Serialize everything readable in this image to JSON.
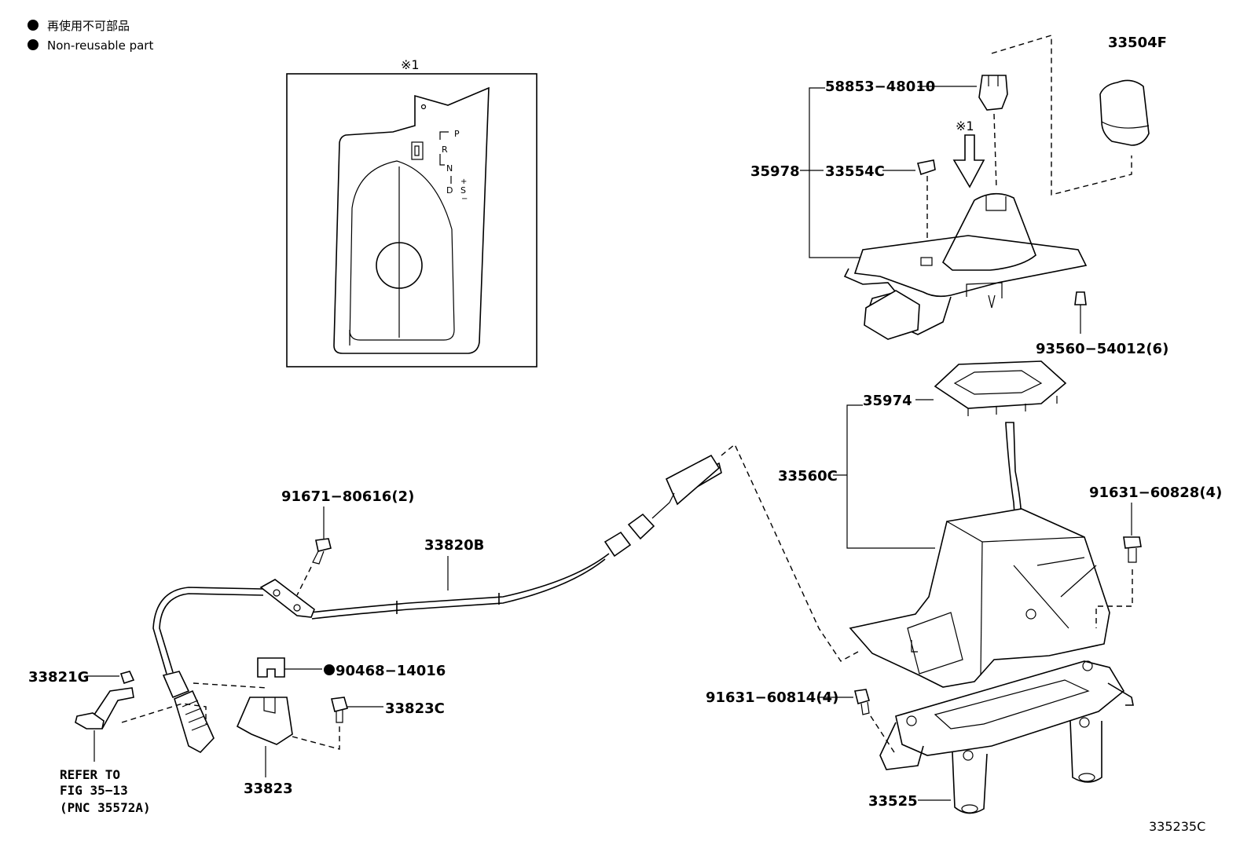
{
  "legend": {
    "items": [
      {
        "symbol": "●",
        "text": "再使用不可部品"
      },
      {
        "symbol": "●",
        "text": "Non-reusable part"
      }
    ]
  },
  "inset": {
    "title": "※1",
    "shift_gate": {
      "p": "P",
      "r": "R",
      "n": "N",
      "d": "D",
      "s": "S",
      "plus": "+",
      "minus": "−"
    }
  },
  "arrow_note": "※1",
  "parts": {
    "p33504F": "33504F",
    "p58853_48010": "58853−48010",
    "p35978": "35978",
    "p33554C": "33554C",
    "p93560_54012": "93560−54012(6)",
    "p35974": "35974",
    "p33560C": "33560C",
    "p91631_60828": "91631−60828(4)",
    "p91671_80616": "91671−80616(2)",
    "p33820B": "33820B",
    "p33821G": "33821G",
    "p90468_14016": "90468−14016",
    "p33823C": "33823C",
    "p91631_60814": "91631−60814(4)",
    "p33823": "33823",
    "p33525": "33525"
  },
  "refer": {
    "line1": "REFER TO",
    "line2": "FIG 35−13",
    "line3": "(PNC 35572A)"
  },
  "figure_id": "335235C"
}
